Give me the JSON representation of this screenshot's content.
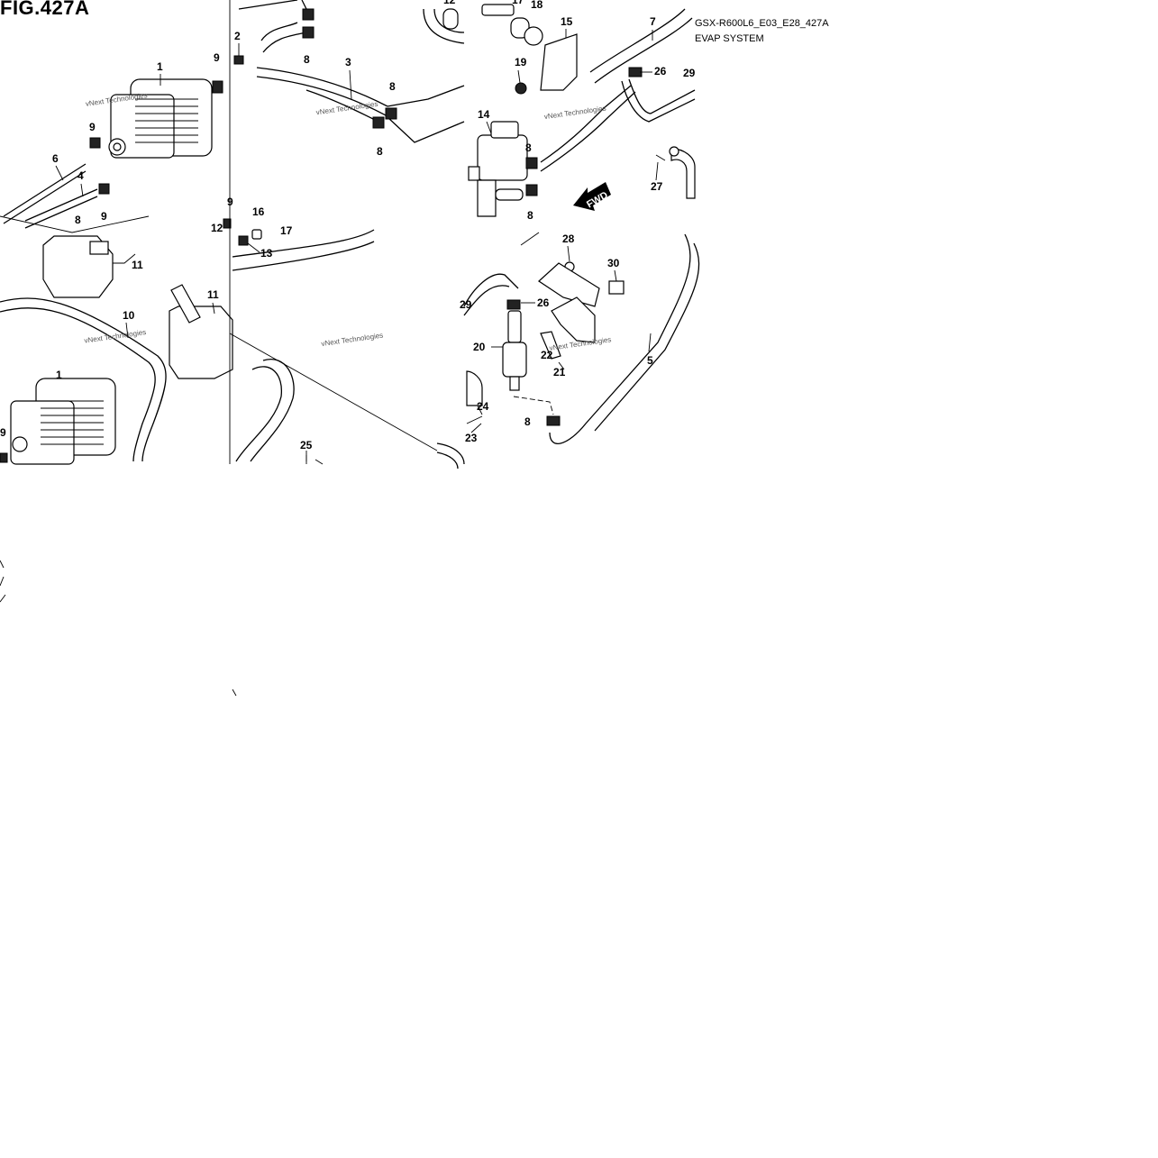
{
  "figure": {
    "title": "FIG.427A",
    "model_code": "GSX-R600L6_E03_E28_427A",
    "system_name": "EVAP SYSTEM",
    "fwd_label": "FWD",
    "watermark": "vNext Technologies"
  },
  "callouts": [
    "1",
    "2",
    "3",
    "4",
    "5",
    "6",
    "7",
    "8",
    "9",
    "10",
    "11",
    "12",
    "13",
    "14",
    "15",
    "16",
    "17",
    "18",
    "19",
    "20",
    "21",
    "22",
    "23",
    "24",
    "25",
    "26",
    "27",
    "28",
    "29",
    "30"
  ],
  "partial_callouts": [
    "12",
    "9",
    "17",
    "29"
  ]
}
